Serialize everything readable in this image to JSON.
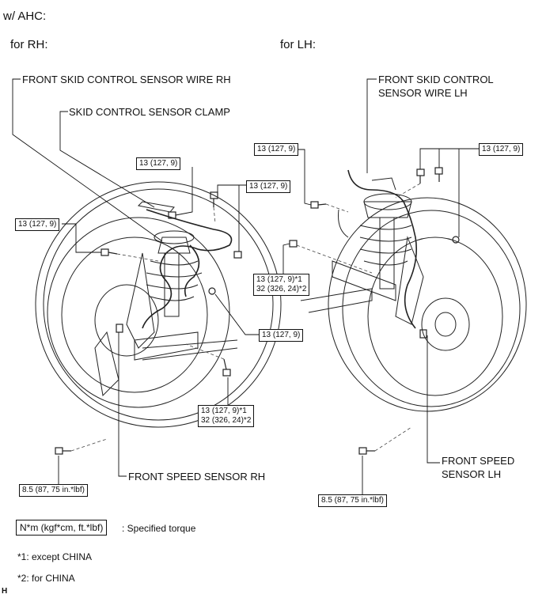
{
  "header": {
    "title": "w/ AHC:"
  },
  "sections": {
    "rh": "for RH:",
    "lh": "for LH:"
  },
  "callouts": {
    "rh_wire": "FRONT SKID CONTROL SENSOR WIRE RH",
    "rh_clamp": "SKID CONTROL SENSOR CLAMP",
    "rh_sensor": "FRONT SPEED SENSOR RH",
    "lh_wire_1": "FRONT SKID CONTROL",
    "lh_wire_2": "SENSOR WIRE LH",
    "lh_sensor_1": "FRONT SPEED",
    "lh_sensor_2": "SENSOR LH"
  },
  "torque": {
    "t13": "13 (127, 9)",
    "t13_star": "13 (127, 9)*1",
    "t32_star": "32 (326, 24)*2",
    "t85": "8.5 (87, 75 in.*lbf)"
  },
  "legend": {
    "unit_box": "N*m (kgf*cm, ft.*lbf)",
    "unit_desc": ": Specified torque",
    "note1": "*1: except CHINA",
    "note2": "*2: for CHINA",
    "corner_mark": "H"
  }
}
